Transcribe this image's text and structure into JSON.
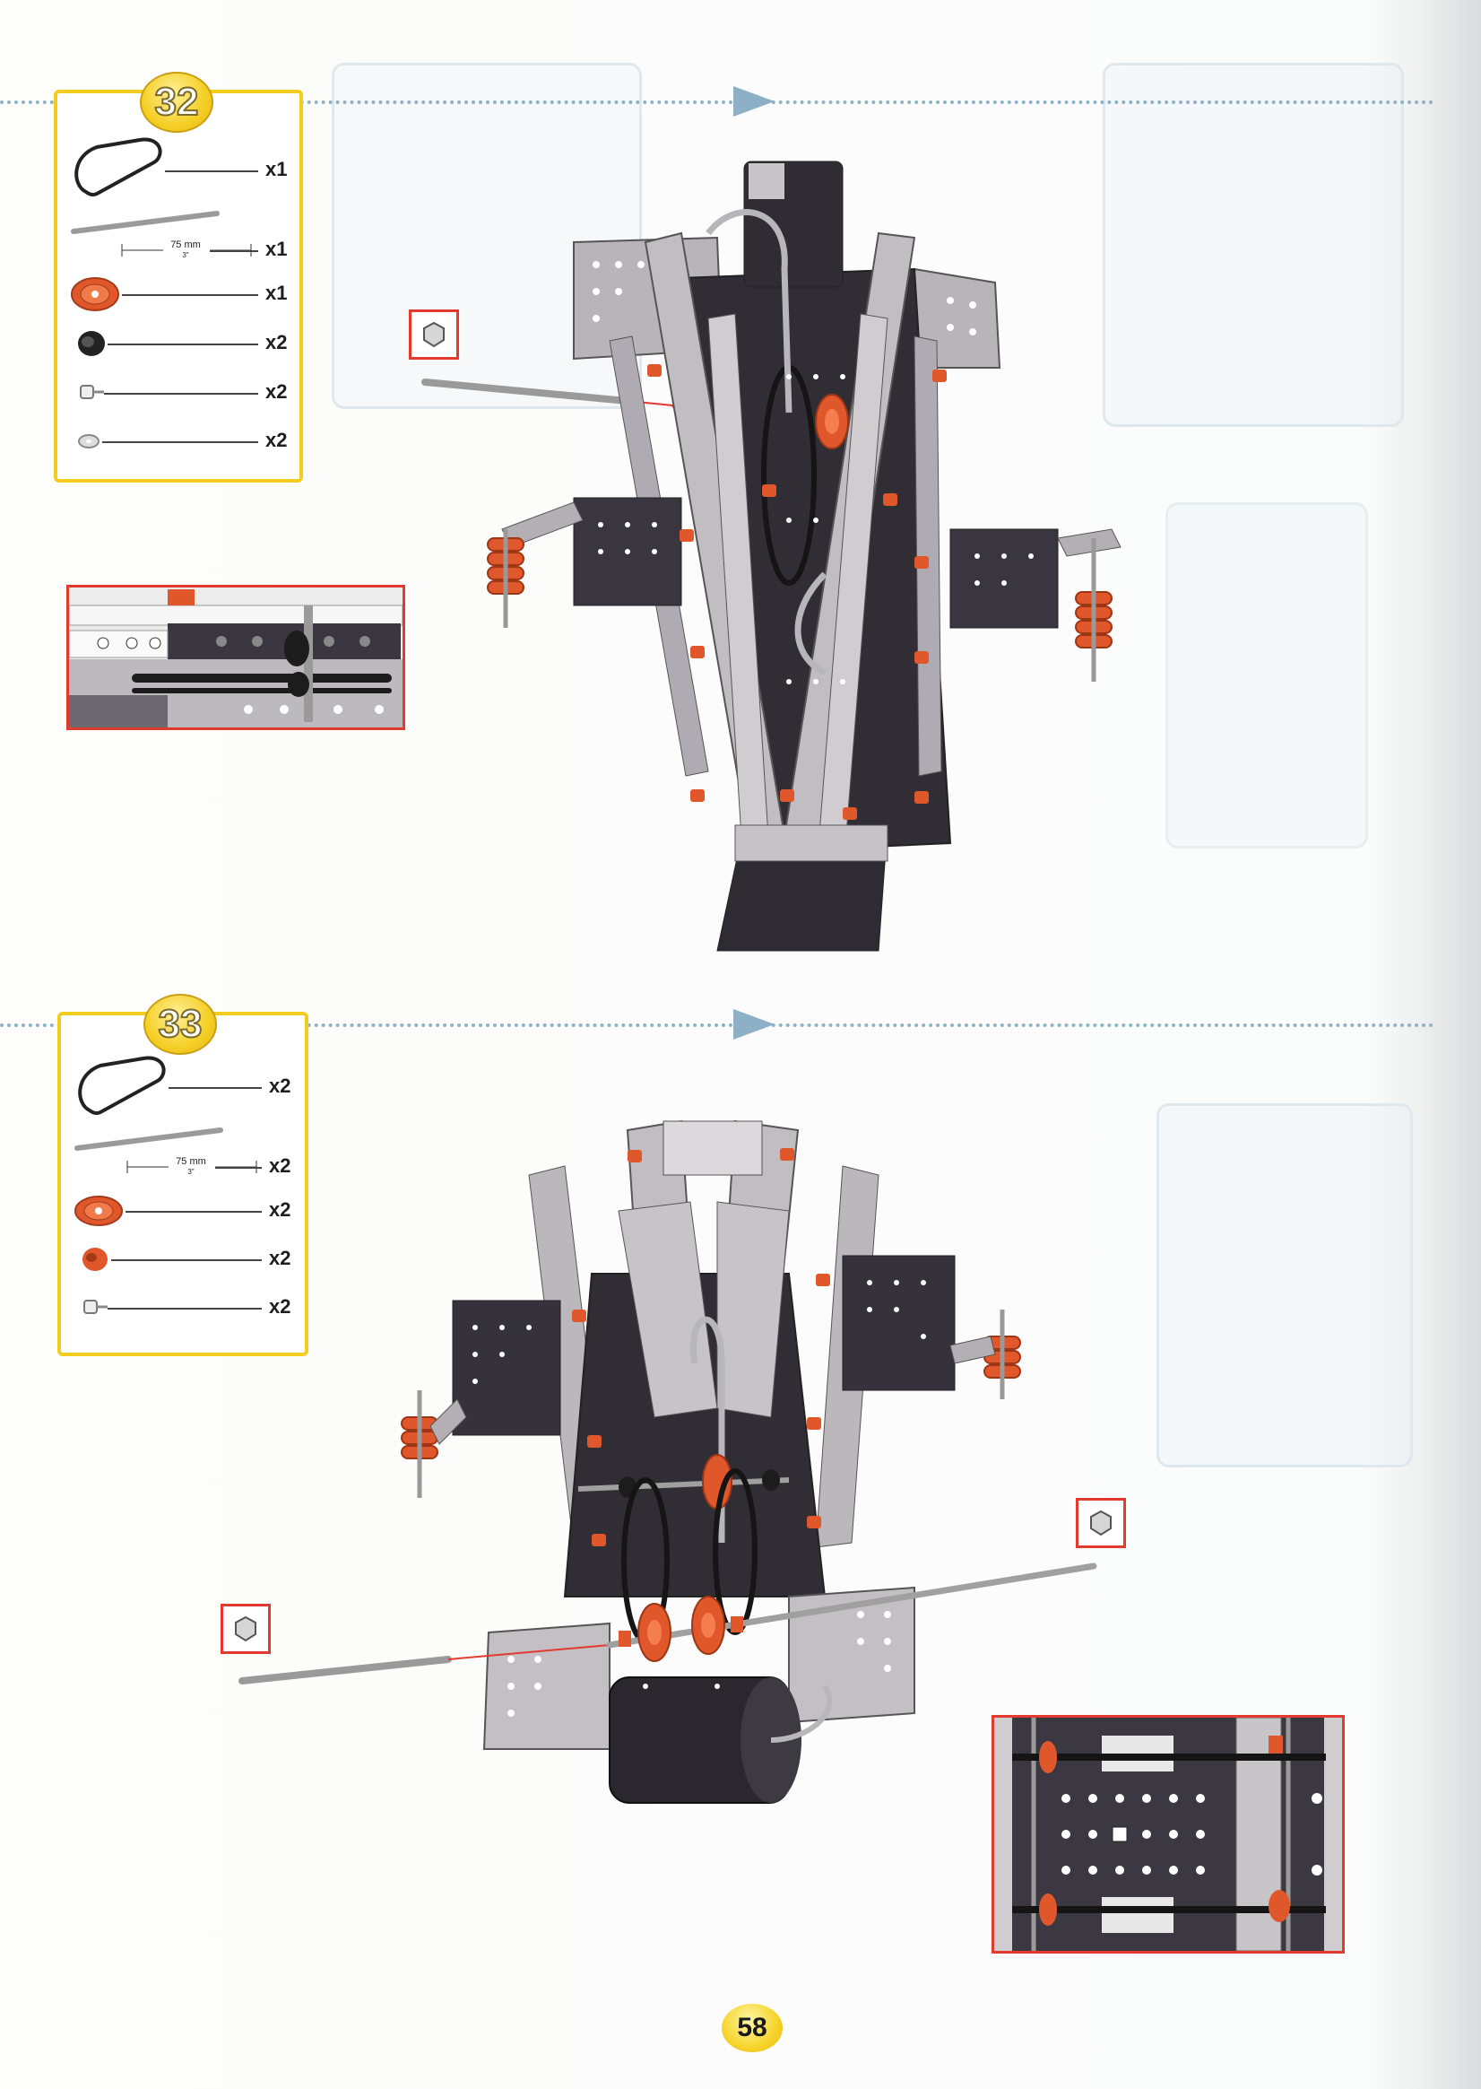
{
  "page": {
    "number": "58"
  },
  "steps": [
    {
      "number": "32",
      "parts": [
        {
          "icon": "drive-belt-icon",
          "qty": "x1"
        },
        {
          "icon": "axle-rod-icon",
          "qty": "x1",
          "dimension": "75 mm",
          "dimension_sub": "3\""
        },
        {
          "icon": "pulley-wheel-icon",
          "qty": "x1"
        },
        {
          "icon": "collar-icon",
          "qty": "x2"
        },
        {
          "icon": "screw-icon",
          "qty": "x2"
        },
        {
          "icon": "washer-icon",
          "qty": "x2"
        }
      ]
    },
    {
      "number": "33",
      "parts": [
        {
          "icon": "drive-belt-icon",
          "qty": "x2"
        },
        {
          "icon": "axle-rod-icon",
          "qty": "x2",
          "dimension": "75 mm",
          "dimension_sub": "3\""
        },
        {
          "icon": "pulley-wheel-icon",
          "qty": "x2"
        },
        {
          "icon": "collar-icon",
          "qty": "x2"
        },
        {
          "icon": "screw-icon",
          "qty": "x2"
        }
      ]
    }
  ],
  "colors": {
    "frame_yellow": "#f2cc1e",
    "callout_red": "#e23a2e",
    "metal": "#b8b3b8",
    "dark_plate": "#2f2c33",
    "orange_part": "#e0572c",
    "guide_blue": "#8eb0c6"
  }
}
